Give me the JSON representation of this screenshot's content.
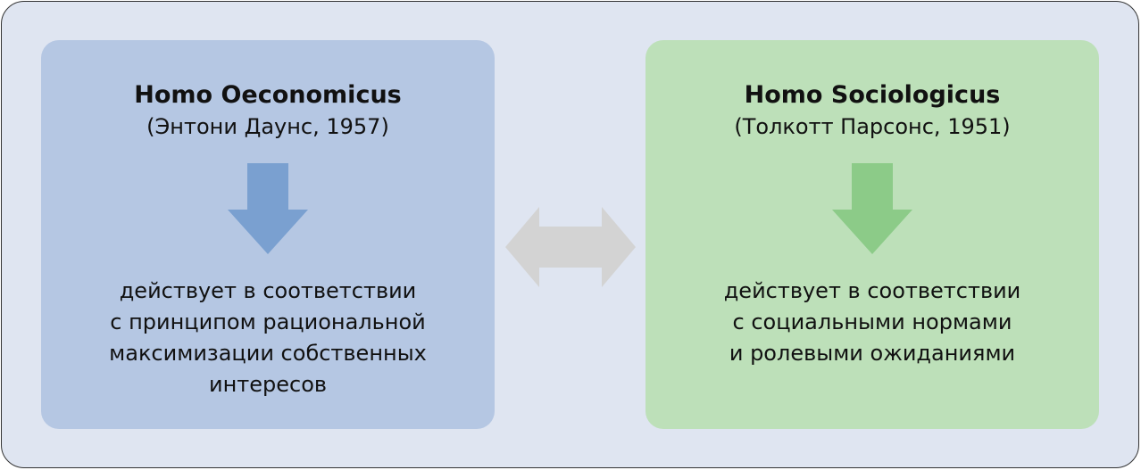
{
  "left": {
    "title": "Homo Oeconomicus",
    "subtitle": "(Энтони Даунс, 1957)",
    "lines": [
      "действует в соответствии",
      "с принципом рациональной",
      "максимизации собственных",
      "интересов"
    ],
    "arrow_color": "#7aa0d0"
  },
  "right": {
    "title": "Homo Sociologicus",
    "subtitle": "(Толкотт Парсонс, 1951)",
    "lines": [
      "действует в соответствии",
      "с социальными нормами",
      "и ролевыми ожиданиями"
    ],
    "arrow_color": "#8ccb88"
  },
  "connector": {
    "icon": "double-arrow-icon",
    "color": "#d3d3d3"
  }
}
